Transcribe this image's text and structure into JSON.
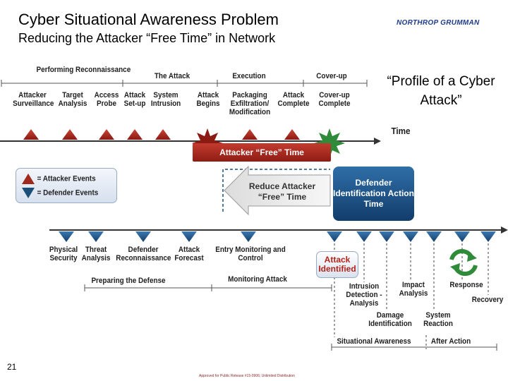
{
  "slide": {
    "title": "Cyber Situational Awareness Problem",
    "subtitle": "Reducing the Attacker “Free Time” in Network",
    "logo_text": "NORTHROP GRUMMAN",
    "profile_label": "“Profile of a Cyber Attack”",
    "page_number": "21",
    "footer": "Approved for Public Release #15-0906; Unlimited Distribution"
  },
  "colors": {
    "attacker": "#a0281f",
    "defender": "#1b4f7a",
    "free_time_bar": "#a9271c",
    "dark_blue": "#123d6b"
  },
  "attacker_timeline": {
    "phase_headers": [
      "Performing Reconnaissance",
      "The Attack",
      "Execution",
      "Cover-up"
    ],
    "events": [
      "Attacker Surveillance",
      "Target Analysis",
      "Access Probe",
      "Attack Set-up",
      "System Intrusion",
      "Attack Begins",
      "Packaging Exfiltration/ Modification",
      "Attack Complete",
      "Cover-up Complete"
    ],
    "time_label": "Time",
    "free_time_label": "Attacker “Free” Time"
  },
  "legend": {
    "attacker": "= Attacker Events",
    "defender": "= Defender Events"
  },
  "middle": {
    "reduce_label": "Reduce Attacker “Free” Time",
    "defender_box": "Defender Identification Action Time"
  },
  "defender_timeline": {
    "events": [
      "Physical Security",
      "Threat Analysis",
      "Defender Reconnaissance",
      "Attack Forecast",
      "Entry Monitoring and Control"
    ],
    "attack_identified": "Attack Identified",
    "response_events": [
      "Intrusion Detection - Analysis",
      "Impact Analysis",
      "Response",
      "Recovery",
      "Damage Identification",
      "System Reaction"
    ],
    "phases": [
      "Preparing the Defense",
      "Monitoring Attack",
      "Situational Awareness",
      "After Action"
    ]
  }
}
